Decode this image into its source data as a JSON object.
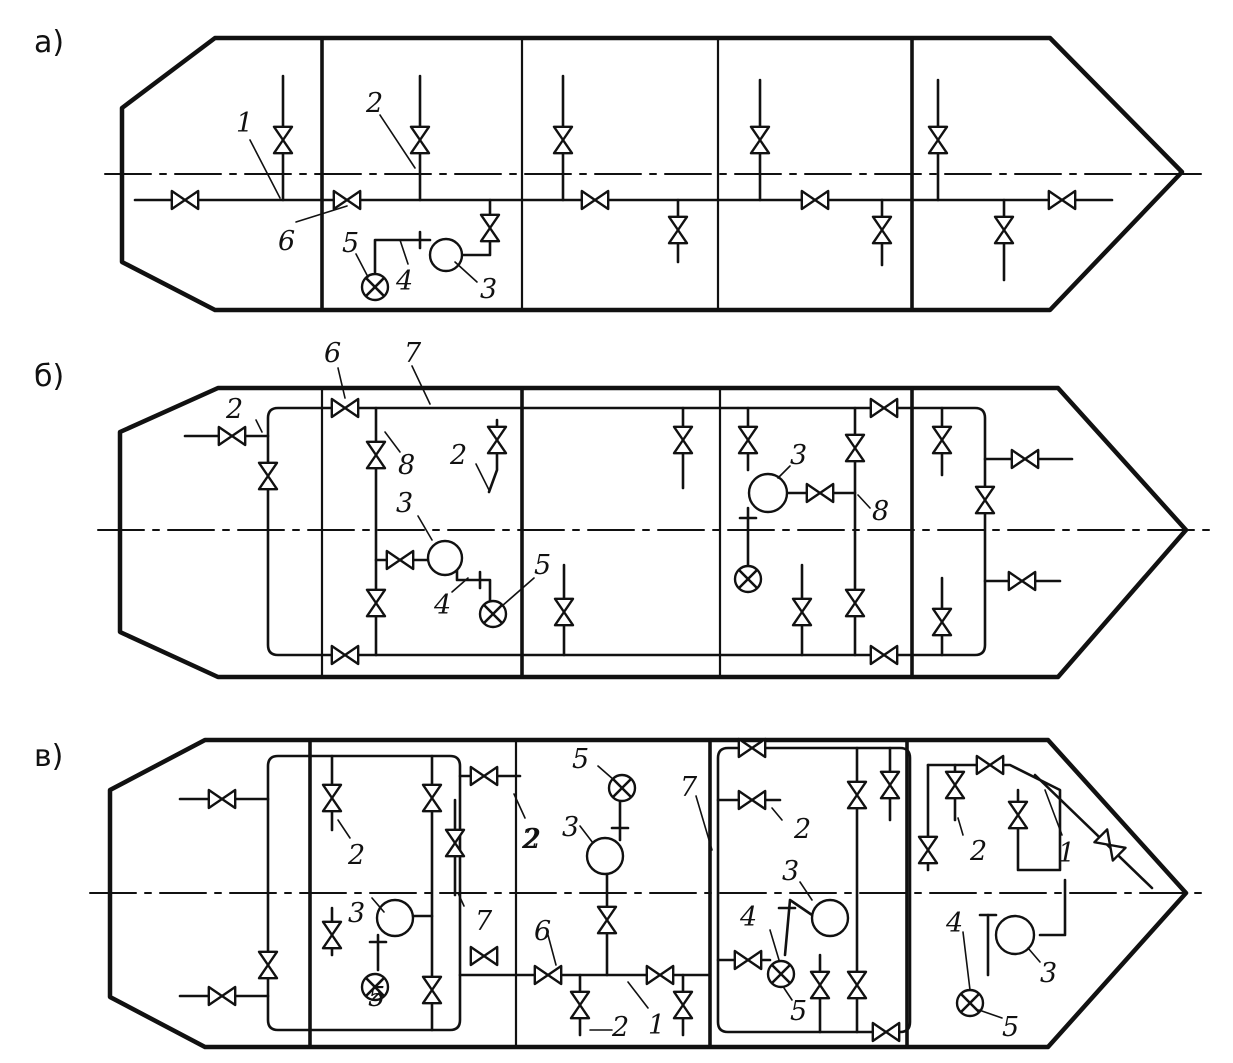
{
  "panels": [
    {
      "id": "a",
      "label": "а)"
    },
    {
      "id": "b",
      "label": "б)"
    },
    {
      "id": "c",
      "label": "в)"
    }
  ],
  "labels": {
    "a": [
      "1",
      "2",
      "6",
      "5",
      "4",
      "3"
    ],
    "b": [
      "2",
      "6",
      "7",
      "8",
      "2",
      "3",
      "3",
      "8",
      "4",
      "5"
    ],
    "c": [
      "5",
      "3",
      "7",
      "2",
      "2",
      "2",
      "1",
      "3",
      "7",
      "3",
      "4",
      "4",
      "3",
      "5",
      "5",
      "5",
      "6",
      "2",
      "1",
      "2",
      "2"
    ]
  }
}
